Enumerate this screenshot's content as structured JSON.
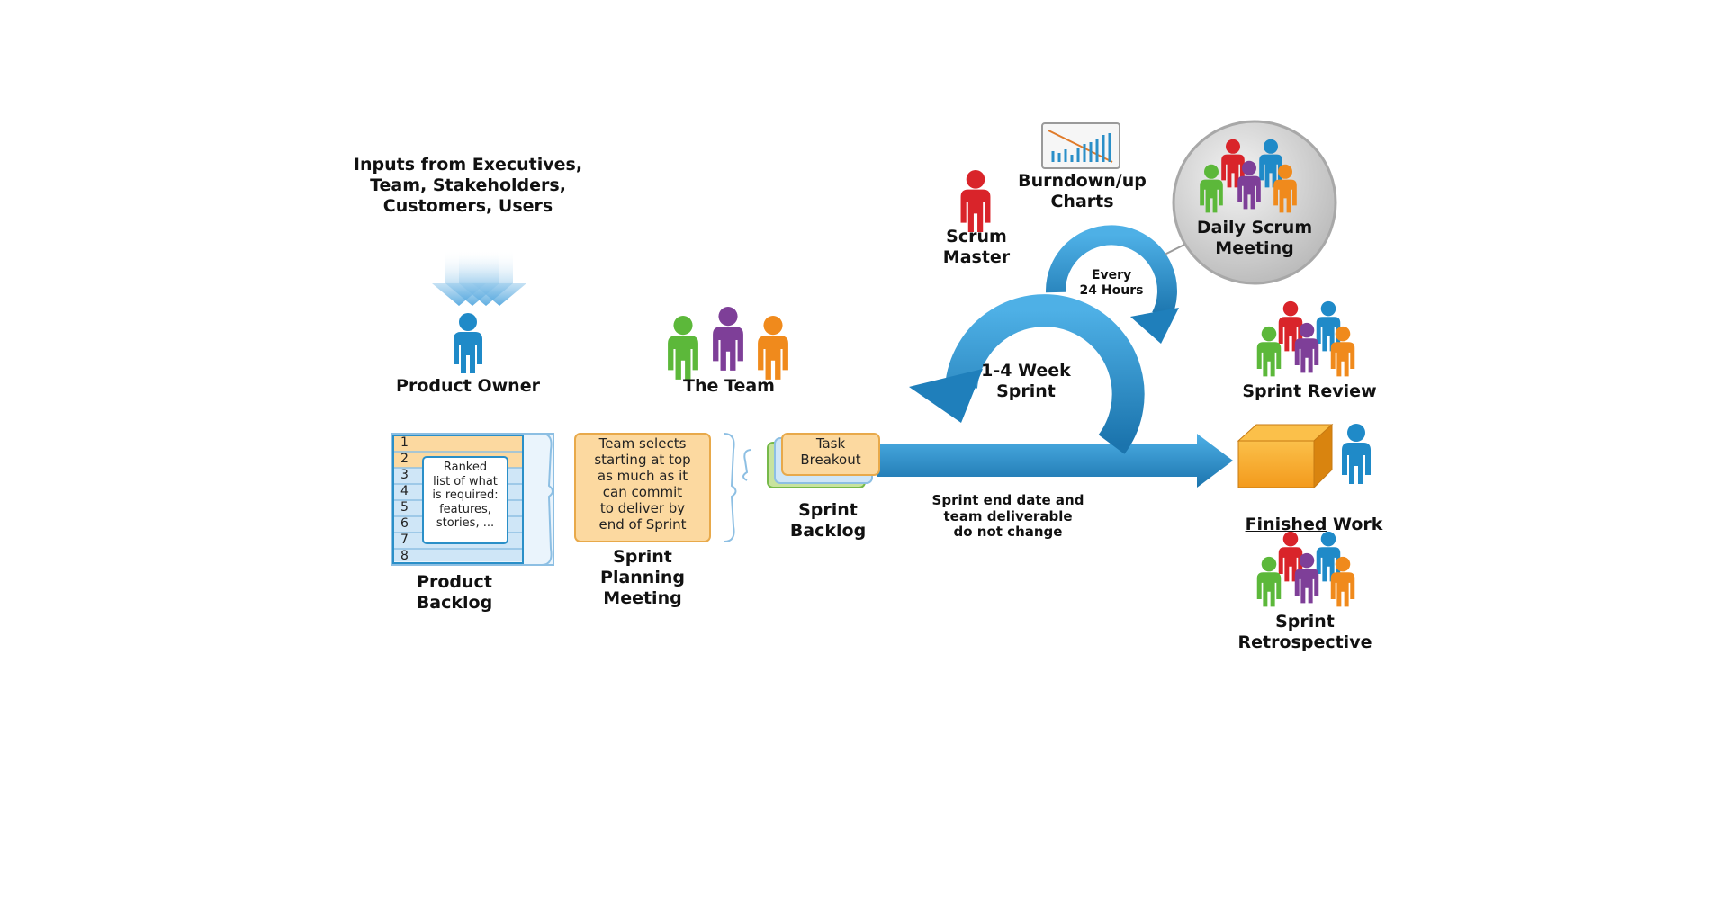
{
  "diagram": {
    "inputs_label": "Inputs from Executives,\nTeam, Stakeholders,\nCustomers, Users",
    "product_owner_label": "Product Owner",
    "the_team_label": "The Team",
    "scrum_master_label": "Scrum\nMaster",
    "burndown_label": "Burndown/up\nCharts",
    "daily_scrum_label": "Daily Scrum\nMeeting",
    "every_24_hours_label": "Every\n24 Hours",
    "sprint_cycle_label": "1-4 Week\nSprint",
    "sprint_review_label": "Sprint Review",
    "finished_work_emphasis": "Finished",
    "finished_work_rest": " Work",
    "sprint_retrospective_label": "Sprint\nRetrospective",
    "product_backlog_label": "Product\nBacklog",
    "backlog_numbers": [
      "1",
      "2",
      "3",
      "4",
      "5",
      "6",
      "7",
      "8"
    ],
    "backlog_note": "Ranked\nlist of what\nis required:\nfeatures,\nstories, ...",
    "planning_note": "Team selects\nstarting at top\nas much as it\ncan commit\nto deliver by\nend of Sprint",
    "sprint_planning_label": "Sprint\nPlanning\nMeeting",
    "task_breakout_label": "Task\nBreakout",
    "sprint_backlog_label": "Sprint\nBacklog",
    "sprint_end_note": "Sprint end date and\nteam deliverable\ndo not change"
  },
  "colors": {
    "arrow_blue": "#2a8fc8",
    "arrow_blue_dark": "#1a6fa3",
    "note_orange": "#fcd9a0",
    "note_orange_border": "#e8a94a",
    "backlog_blue": "#cfe6f7",
    "person_red": "#d9242a",
    "person_blue": "#1f8ac8",
    "person_green": "#5cb83a",
    "person_purple": "#7e3f98",
    "person_orange": "#f08a1c",
    "finished_box": "#f7a21b"
  }
}
